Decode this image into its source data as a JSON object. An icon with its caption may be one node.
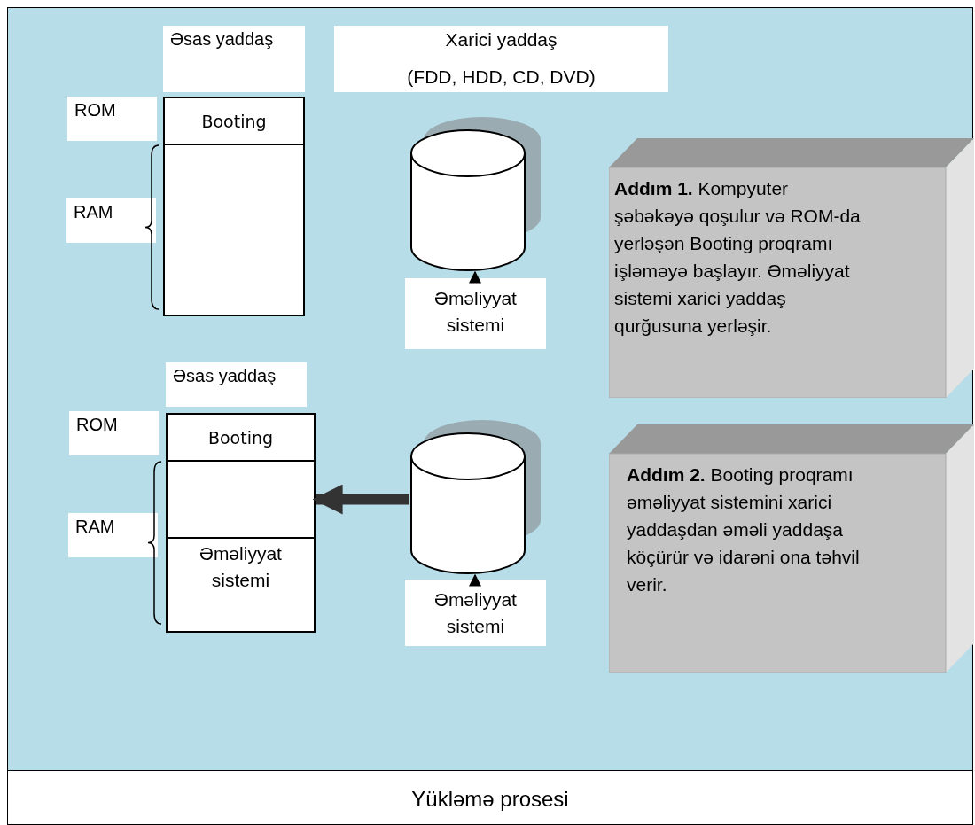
{
  "diagram": {
    "caption": "Yükləmə prosesi",
    "nodes": [
      {
        "text": [
          "Əsas yaddaş"
        ]
      },
      {
        "text": [
          "Xarici yaddaş",
          "(FDD, HDD, CD, DVD)"
        ]
      },
      {
        "text": [
          "ROM"
        ]
      },
      {
        "text": [
          "Booting"
        ]
      },
      {
        "text": [
          "RAM"
        ]
      },
      {
        "text": [],
        "shape": "box"
      },
      {
        "text": [],
        "shape": "cylinder"
      },
      {
        "text": [
          "Əməliyyat sistemi"
        ]
      },
      {
        "text": [
          "**Addım 1.** Kompyuter şəbəkəyə qoşulur və ROM-da yerləşən Booting proqramı işləməyə başlayır. Əməliyyat sistemi xarici yaddaş qurğusuna yerləşir."
        ]
      },
      {
        "text": [
          "Əsas yaddaş"
        ]
      },
      {
        "text": [
          "ROM"
        ]
      },
      {
        "text": [
          "Booting"
        ]
      },
      {
        "text": [
          "RAM"
        ]
      },
      {
        "text": [],
        "shape": "box"
      },
      {
        "text": [
          "Əməliyyat sistemi"
        ]
      },
      {
        "text": [],
        "shape": "cylinder"
      },
      {
        "text": [
          "Əməliyyat sistemi"
        ]
      },
      {
        "text": [
          "**Addım 2.** Booting proqramı əməliyyat sistemini xarici yaddaşdan əməli yaddaşa köçürür və idarəni ona təhvil verir."
        ]
      }
    ],
    "edges": [
      {
        "from": 7,
        "to": 6,
        "arrow": "to"
      },
      {
        "from": 15,
        "to": 13,
        "arrow": "to",
        "style": "thick",
        "color": "#333333"
      },
      {
        "from": 16,
        "to": 15,
        "arrow": "to"
      }
    ]
  }
}
